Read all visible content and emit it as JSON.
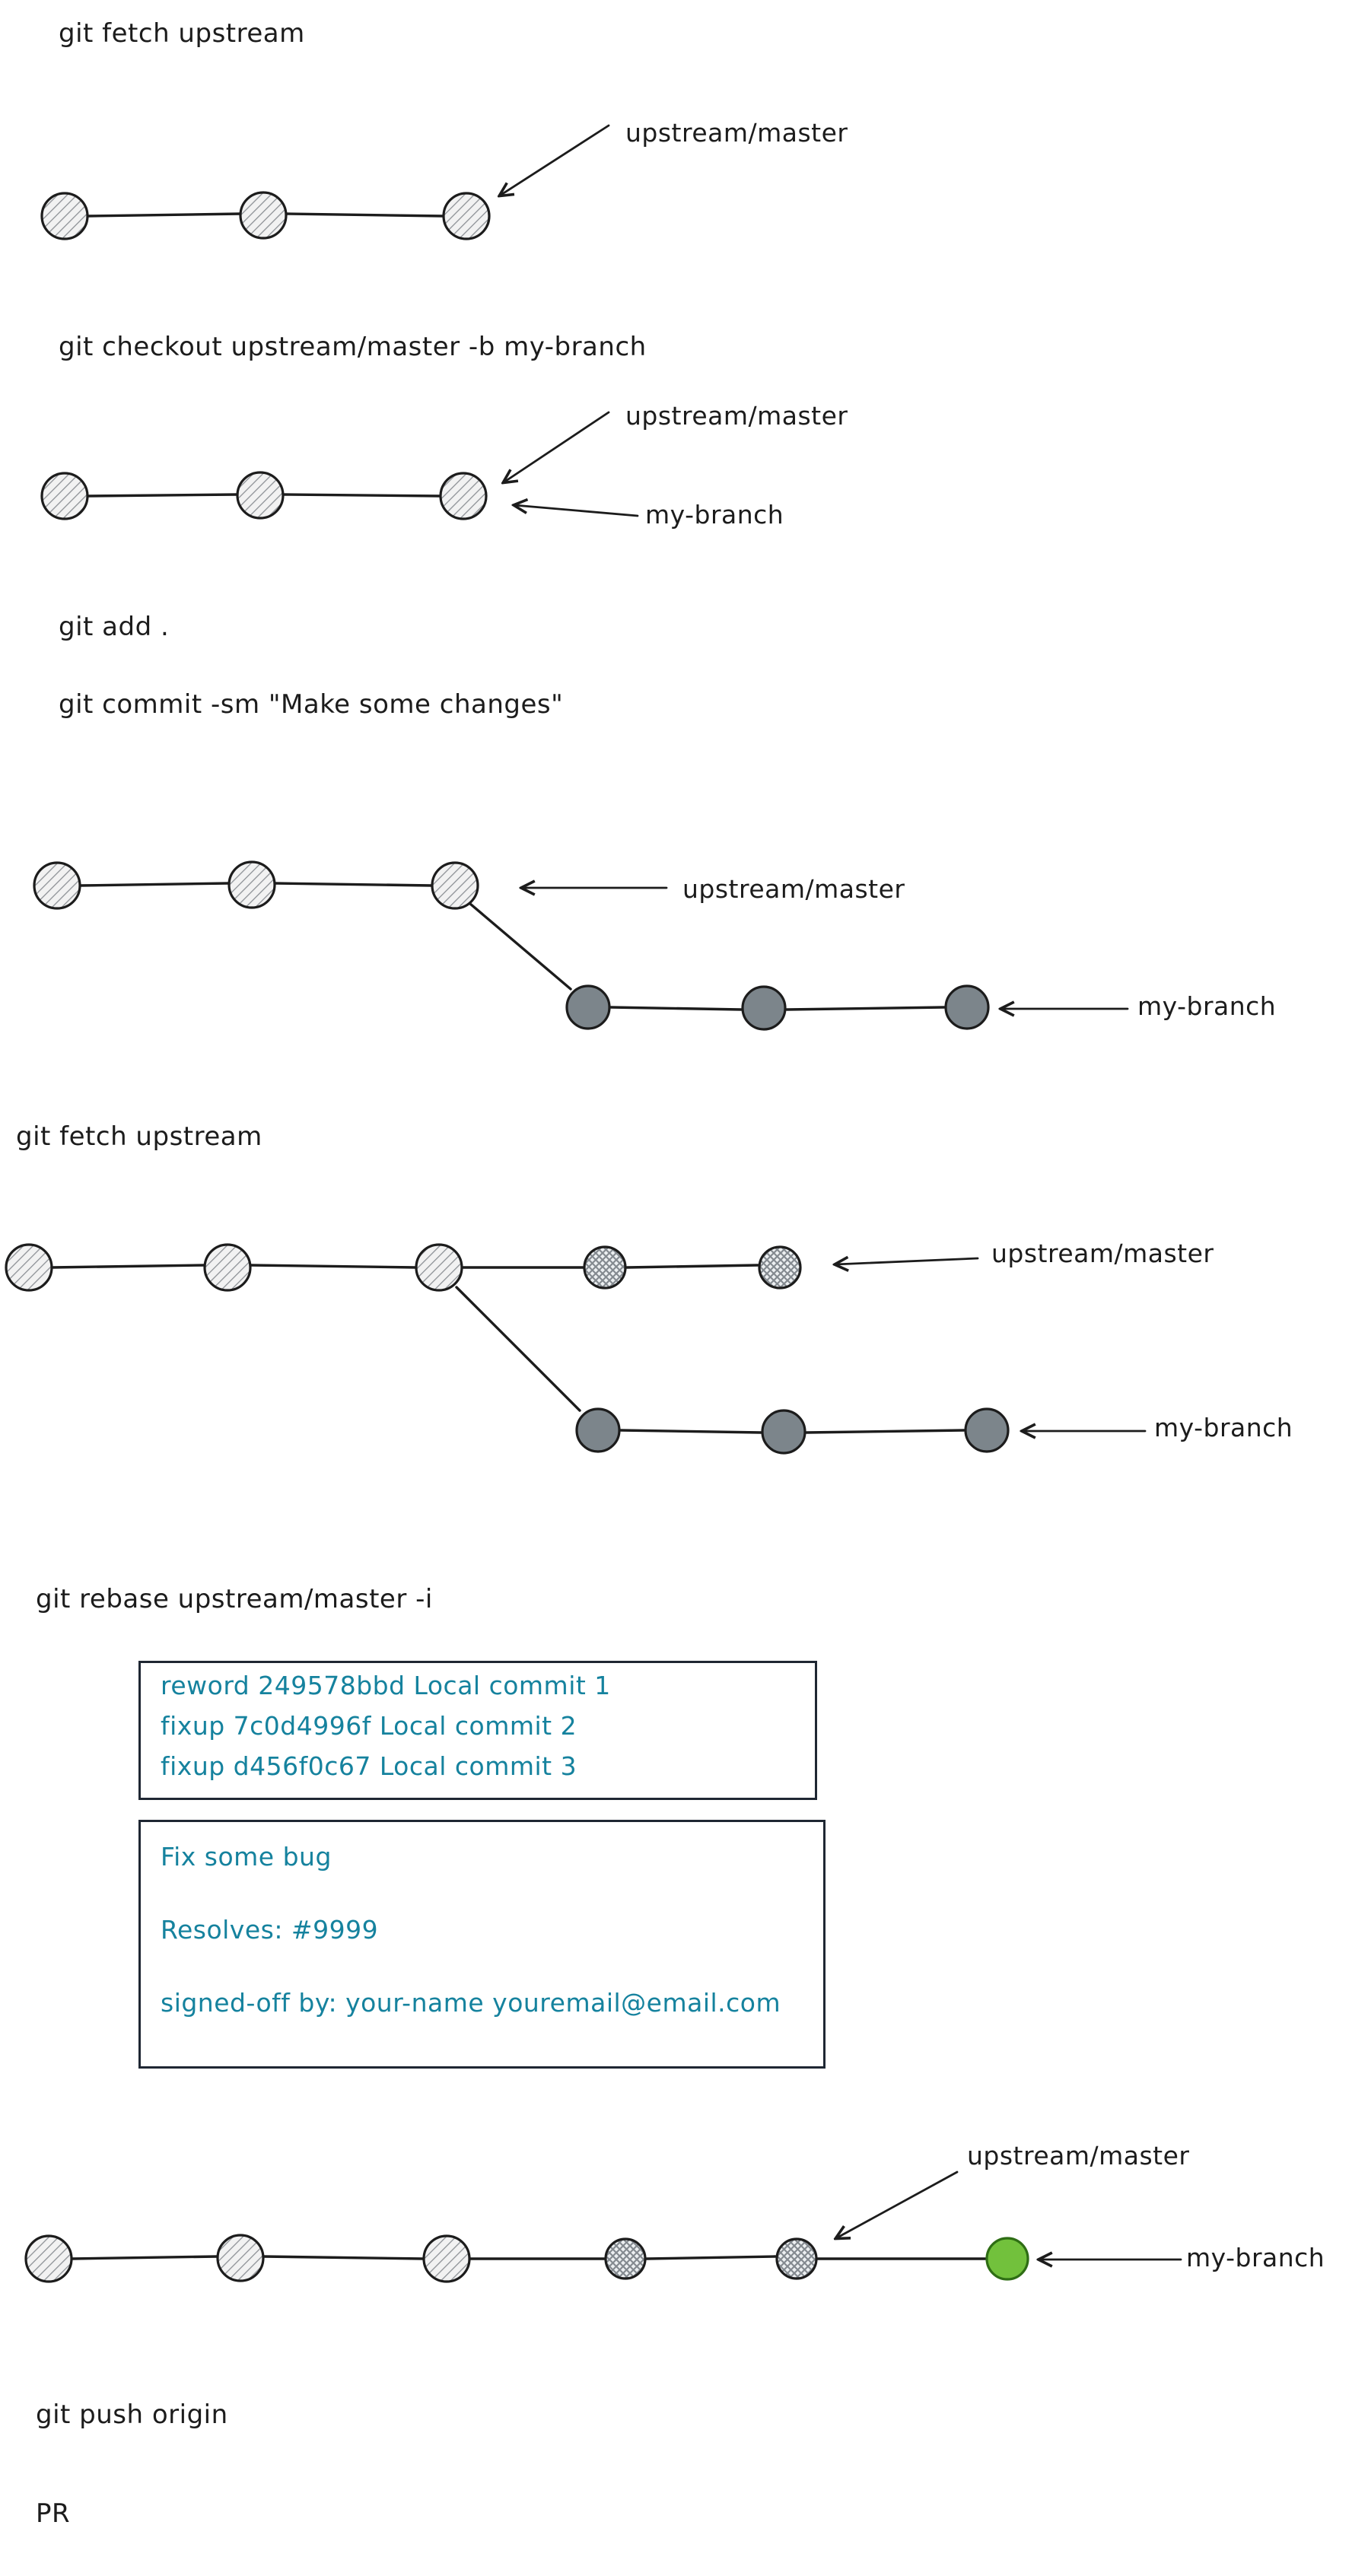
{
  "commands": {
    "fetch_1": "git fetch upstream",
    "checkout": "git checkout upstream/master -b my-branch",
    "add": "git add .",
    "commit": "git commit -sm \"Make some changes\"",
    "fetch_2": "git fetch upstream",
    "rebase": "git rebase upstream/master -i",
    "push": "git push origin",
    "pr": "PR"
  },
  "labels": {
    "upstream_master": "upstream/master",
    "my_branch": "my-branch"
  },
  "rebase_todo": {
    "lines": [
      "reword 249578bbd Local commit 1",
      "fixup 7c0d4996f Local commit 2",
      "fixup d456f0c67 Local commit 3"
    ]
  },
  "commit_message": {
    "lines": [
      "Fix some bug",
      "Resolves: #9999",
      "signed-off by: your-name youremail@email.com"
    ]
  },
  "colors": {
    "ink": "#1c1c1c",
    "teal": "#15829e",
    "node_dark": "#7c858b",
    "node_green": "#72c13c"
  }
}
